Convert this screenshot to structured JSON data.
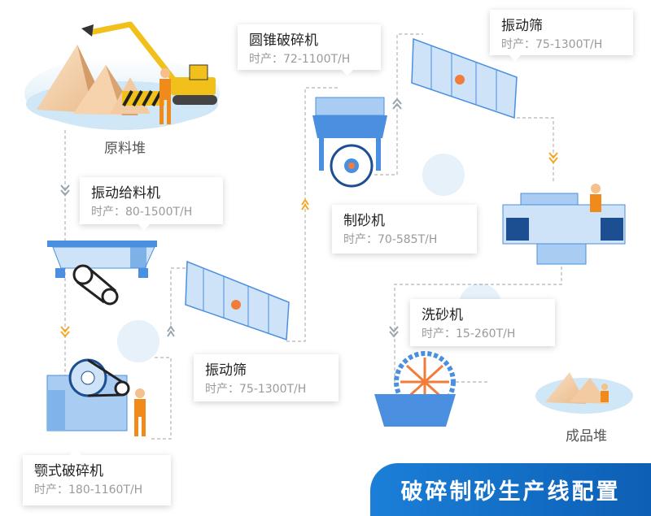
{
  "title": "破碎制砂生产线配置",
  "capacity_label": "时产：",
  "labels": {
    "raw_pile": "原料堆",
    "finished_pile": "成品堆"
  },
  "machines": [
    {
      "id": "vibrating-feeder",
      "name": "振动给料机",
      "capacity": "80-1500T/H"
    },
    {
      "id": "jaw-crusher",
      "name": "颚式破碎机",
      "capacity": "180-1160T/H"
    },
    {
      "id": "vibrating-screen-1",
      "name": "振动筛",
      "capacity": "75-1300T/H"
    },
    {
      "id": "cone-crusher",
      "name": "圆锥破碎机",
      "capacity": "72-1100T/H"
    },
    {
      "id": "vibrating-screen-2",
      "name": "振动筛",
      "capacity": "75-1300T/H"
    },
    {
      "id": "sand-maker",
      "name": "制砂机",
      "capacity": "70-585T/H"
    },
    {
      "id": "sand-washer",
      "name": "洗砂机",
      "capacity": "15-260T/H"
    }
  ],
  "colors": {
    "machine_blue": "#4a8fe0",
    "machine_light": "#cfe3f8",
    "arrow_orange": "#f5a623",
    "arrow_gray": "#9aa4ae",
    "banner_blue": "#1577d2",
    "ground": "#d8ecf8"
  }
}
